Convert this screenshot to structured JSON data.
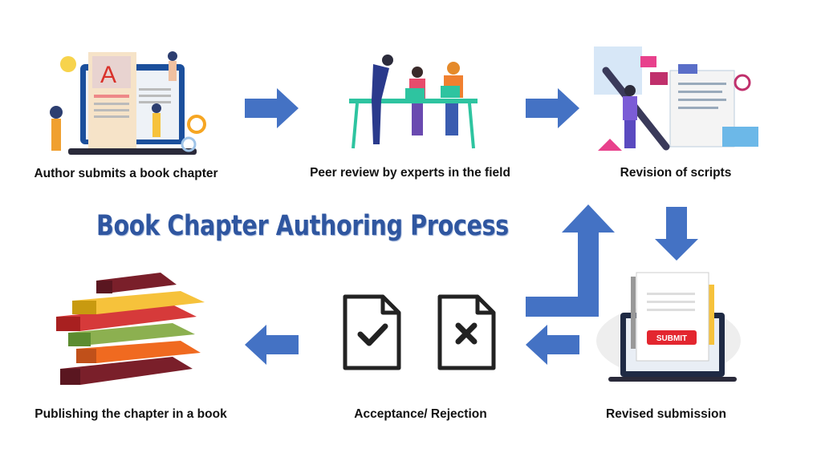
{
  "title": "Book Chapter Authoring Process",
  "steps": [
    {
      "label": "Author submits a book chapter",
      "icon": "author-illustration"
    },
    {
      "label": "Peer review by experts in the field",
      "icon": "peer-review-illustration"
    },
    {
      "label": "Revision of scripts",
      "icon": "revision-illustration"
    },
    {
      "label": "Revised submission",
      "icon": "submission-illustration",
      "button_text": "SUBMIT"
    },
    {
      "label": "Acceptance/ Rejection",
      "icon": "accept-reject-documents"
    },
    {
      "label": "Publishing the chapter in a book",
      "icon": "books-stack-illustration"
    }
  ],
  "illustration_text": {
    "letter": "A"
  },
  "colors": {
    "arrow": "#4472c4",
    "title": "#2f56a0"
  }
}
